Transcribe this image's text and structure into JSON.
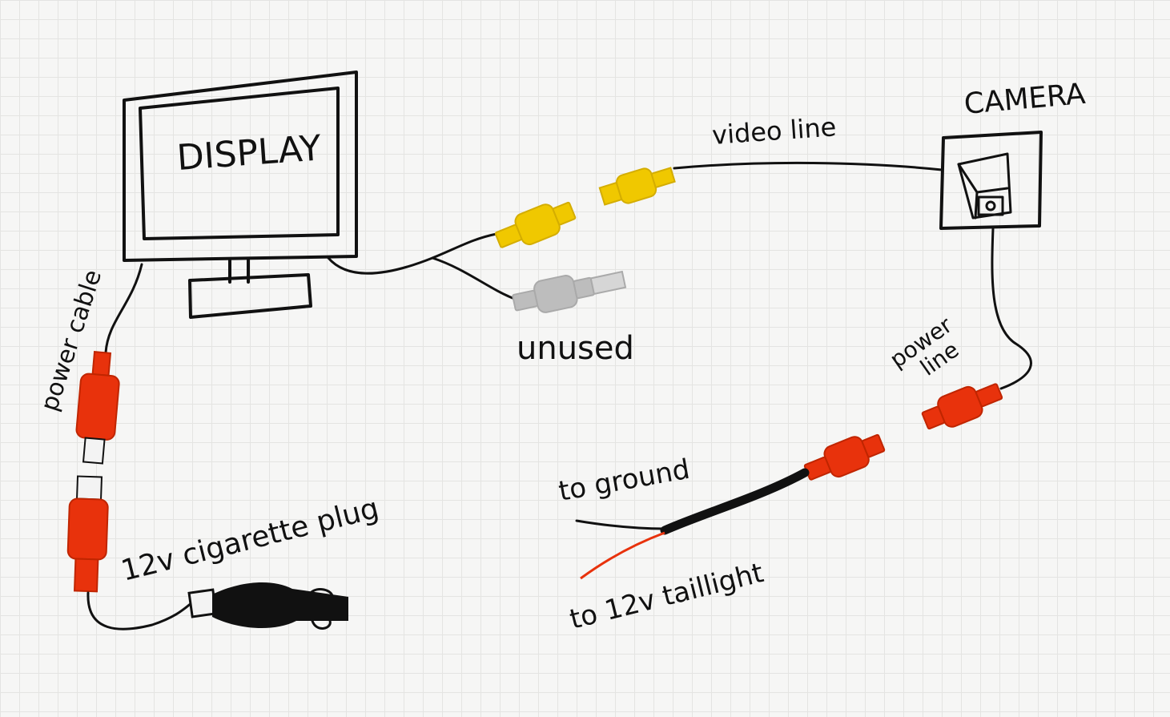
{
  "labels": {
    "display": "DISPLAY",
    "camera": "CAMERA",
    "video_line": "video line",
    "unused": "unused",
    "power_line_1": "power",
    "power_line_2": "line",
    "power_cable": "power cable",
    "cigarette_plug": "12v cigarette plug",
    "to_ground": "to ground",
    "to_taillight": "to 12v taillight"
  },
  "colors": {
    "video_connector": "#f0c800",
    "unused_connector": "#bdbdbd",
    "power_connector": "#e8320c",
    "wire": "#111111",
    "positive_wire": "#e8320c"
  }
}
